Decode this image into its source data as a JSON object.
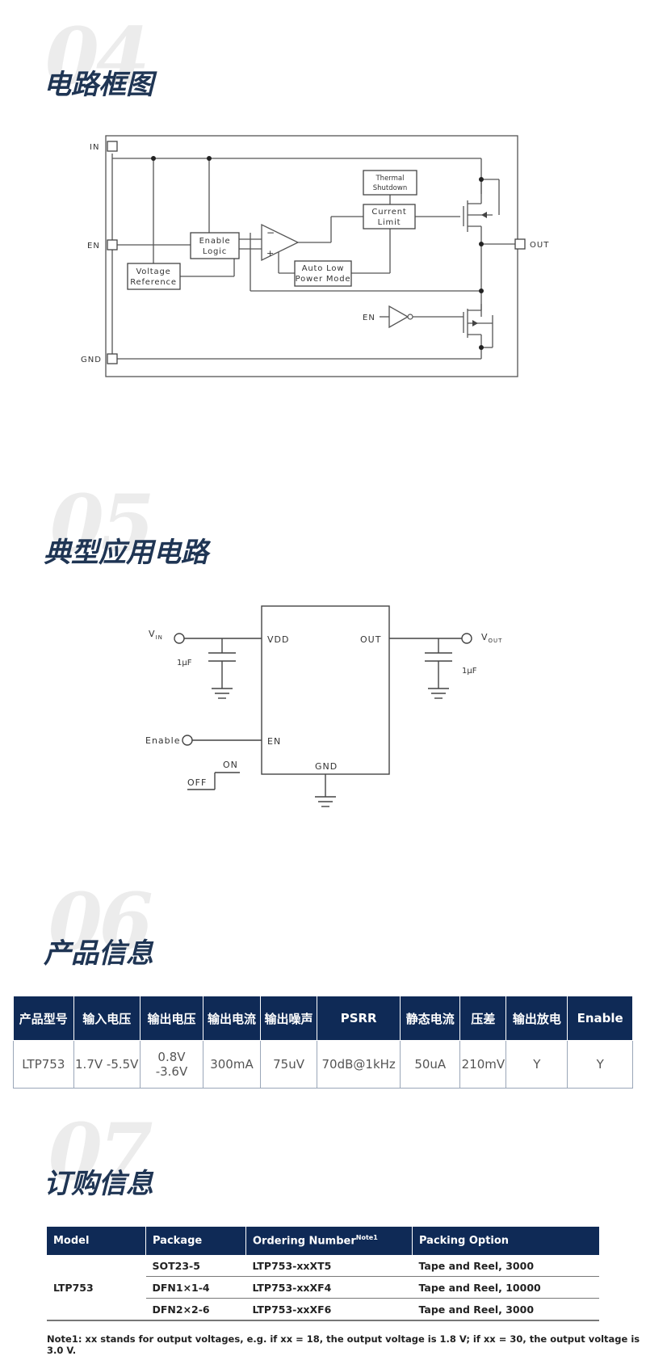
{
  "sections": {
    "s04": {
      "num": "04",
      "title": "电路框图"
    },
    "s05": {
      "num": "05",
      "title": "典型应用电路"
    },
    "s06": {
      "num": "06",
      "title": "产品信息"
    },
    "s07": {
      "num": "07",
      "title": "订购信息"
    }
  },
  "block_diagram": {
    "pins": {
      "in": "IN",
      "en": "EN",
      "gnd": "GND",
      "out": "OUT"
    },
    "blocks": {
      "enable_logic": [
        "Enable",
        "Logic"
      ],
      "voltage_reference": [
        "Voltage",
        "Reference"
      ],
      "thermal_shutdown": [
        "Thermal",
        "Shutdown"
      ],
      "current_limit": [
        "Current",
        "Limit"
      ],
      "auto_low_power": [
        "Auto Low",
        "Power Mode"
      ]
    },
    "opamp": {
      "minus": "−",
      "plus": "+"
    },
    "en_inverter_label": "EN"
  },
  "app_circuit": {
    "vin": "V",
    "vin_sub": "IN",
    "vout": "V",
    "vout_sub": "OUT",
    "cap_in": "1μF",
    "cap_out": "1μF",
    "vdd": "VDD",
    "out": "OUT",
    "en": "EN",
    "gnd": "GND",
    "enable": "Enable",
    "on": "ON",
    "off": "OFF"
  },
  "product_table": {
    "headers": [
      "产品型号",
      "输入电压",
      "输出电压",
      "输出电流",
      "输出噪声",
      "PSRR",
      "静态电流",
      "压差",
      "输出放电",
      "Enable"
    ],
    "row": [
      "LTP753",
      "1.7V -5.5V",
      "0.8V -3.6V",
      "300mA",
      "75uV",
      "70dB@1kHz",
      "50uA",
      "210mV",
      "Y",
      "Y"
    ]
  },
  "order_table": {
    "headers": {
      "model": "Model",
      "package": "Package",
      "ordering": "Ordering Number",
      "ordering_sup": "Note1",
      "packing": "Packing Option"
    },
    "model": "LTP753",
    "rows": [
      {
        "package": "SOT23-5",
        "ordering": "LTP753-xxXT5",
        "packing": "Tape and Reel, 3000"
      },
      {
        "package": "DFN1×1-4",
        "ordering": "LTP753-xxXF4",
        "packing": "Tape and Reel, 10000"
      },
      {
        "package": "DFN2×2-6",
        "ordering": "LTP753-xxXF6",
        "packing": "Tape and Reel, 3000"
      }
    ]
  },
  "note": "Note1: xx stands for output voltages, e.g. if xx = 18, the output voltage is 1.8 V; if xx = 30, the output voltage is 3.0 V."
}
